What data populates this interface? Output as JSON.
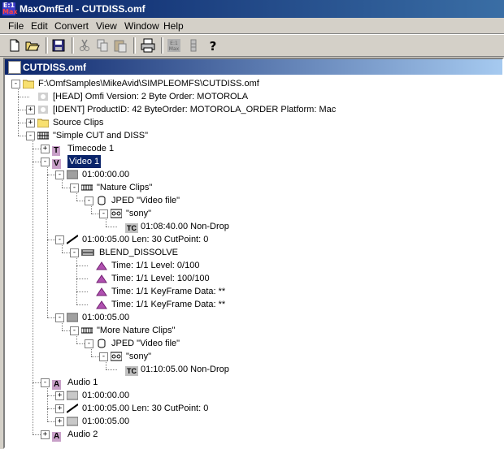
{
  "window": {
    "title": "MaxOmfEdl - CUTDISS.omf",
    "app_icon_top": "E:1",
    "app_icon_bottom": "Max"
  },
  "menu": [
    "File",
    "Edit",
    "Convert",
    "View",
    "Window",
    "Help"
  ],
  "toolbar": [
    "new-file-icon",
    "open-folder-icon",
    "save-icon",
    "cut-icon",
    "copy-icon",
    "paste-icon",
    "print-icon",
    "maxomf-icon",
    "edl-icon",
    "help-icon"
  ],
  "child": {
    "title": "CUTDISS.omf"
  },
  "tree": [
    {
      "label": "F:\\OmfSamples\\MikeAvid\\SIMPLEOMFS\\CUTDISS.omf"
    },
    {
      "label": "[HEAD] Omfi Version: 2   Byte Order:   MOTOROLA"
    },
    {
      "label": "[IDENT] ProductID: 42 ByteOrder:  MOTOROLA_ORDER  Platform: Mac"
    },
    {
      "label": "Source Clips"
    },
    {
      "label": "\"Simple CUT and DISS\""
    },
    {
      "label": "Timecode 1"
    },
    {
      "label": "Video 1"
    },
    {
      "label": "01:00:00.00"
    },
    {
      "label": "\"Nature Clips\""
    },
    {
      "label": "JPED \"Video file\""
    },
    {
      "label": "\"sony\""
    },
    {
      "label": "01:08:40.00 Non-Drop"
    },
    {
      "label": "01:00:05.00 Len: 30 CutPoint: 0"
    },
    {
      "label": "BLEND_DISSOLVE"
    },
    {
      "label": "Time: 1/1 Level: 0/100"
    },
    {
      "label": "Time: 1/1 Level: 100/100"
    },
    {
      "label": "Time: 1/1 KeyFrame Data: **"
    },
    {
      "label": "Time: 1/1 KeyFrame Data: **"
    },
    {
      "label": "01:00:05.00"
    },
    {
      "label": "\"More Nature Clips\""
    },
    {
      "label": "JPED \"Video file\""
    },
    {
      "label": "\"sony\""
    },
    {
      "label": "01:10:05.00 Non-Drop"
    },
    {
      "label": "Audio 1"
    },
    {
      "label": "01:00:00.00"
    },
    {
      "label": "01:00:05.00 Len: 30 CutPoint: 0"
    },
    {
      "label": "01:00:05.00"
    },
    {
      "label": "Audio 2"
    }
  ],
  "track_letters": {
    "timecode": "T",
    "video": "V",
    "audio": "A",
    "tc": "TC"
  },
  "colors": {
    "title_start": "#0a246a",
    "title_end": "#3a6ea5",
    "selection": "#0a246a",
    "track_icon": "#c8a0c8",
    "keyframe": "#b050b0"
  }
}
